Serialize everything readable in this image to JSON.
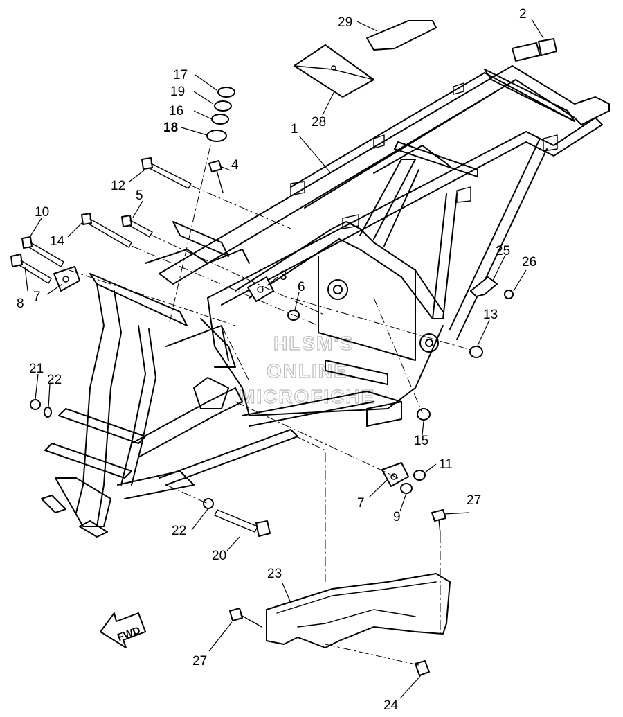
{
  "watermark": {
    "line1": "HLSM'S",
    "line2": "ONLINE",
    "line3": "MICROFICHE"
  },
  "direction_marker": {
    "label": "FWD",
    "icon": "forward-arrow-icon"
  },
  "callouts": [
    {
      "id": "1",
      "label": "1"
    },
    {
      "id": "2",
      "label": "2"
    },
    {
      "id": "3",
      "label": "3"
    },
    {
      "id": "4",
      "label": "4"
    },
    {
      "id": "5",
      "label": "5"
    },
    {
      "id": "6",
      "label": "6"
    },
    {
      "id": "7a",
      "label": "7"
    },
    {
      "id": "7b",
      "label": "7"
    },
    {
      "id": "8",
      "label": "8"
    },
    {
      "id": "9",
      "label": "9"
    },
    {
      "id": "10",
      "label": "10"
    },
    {
      "id": "11",
      "label": "11"
    },
    {
      "id": "12",
      "label": "12"
    },
    {
      "id": "13",
      "label": "13"
    },
    {
      "id": "14",
      "label": "14"
    },
    {
      "id": "15",
      "label": "15"
    },
    {
      "id": "16",
      "label": "16"
    },
    {
      "id": "17",
      "label": "17"
    },
    {
      "id": "18",
      "label": "18"
    },
    {
      "id": "19",
      "label": "19"
    },
    {
      "id": "20",
      "label": "20"
    },
    {
      "id": "21",
      "label": "21"
    },
    {
      "id": "22a",
      "label": "22"
    },
    {
      "id": "22b",
      "label": "22"
    },
    {
      "id": "23",
      "label": "23"
    },
    {
      "id": "24",
      "label": "24"
    },
    {
      "id": "25",
      "label": "25"
    },
    {
      "id": "26",
      "label": "26"
    },
    {
      "id": "27a",
      "label": "27"
    },
    {
      "id": "27b",
      "label": "27"
    },
    {
      "id": "28",
      "label": "28"
    },
    {
      "id": "29",
      "label": "29"
    }
  ]
}
